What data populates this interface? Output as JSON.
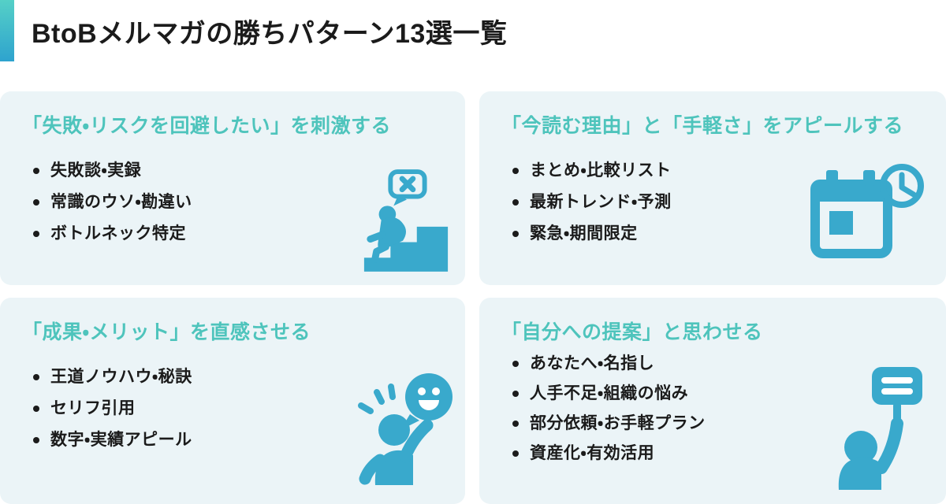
{
  "page": {
    "title": "BtoBメルマガの勝ちパターン13選一覧"
  },
  "colors": {
    "page_bg": "#ffffff",
    "card_bg": "#EBF4F7",
    "heading_teal": "#4EC4BC",
    "icon_blue": "#39A9CC",
    "text_dark": "#1B1B1B",
    "accent_top": "#55D0C7",
    "accent_bottom": "#2EA3CE"
  },
  "cards": [
    {
      "heading": "「失敗・リスクを回避したい」を刺激する",
      "items": [
        "失敗談・実録",
        "常識のウソ・勘違い",
        "ボトルネック特定"
      ],
      "icon": "worried-person-on-stairs"
    },
    {
      "heading": "「今読む理由」と「手軽さ」をアピールする",
      "items": [
        "まとめ・比較リスト",
        "最新トレンド・予測",
        "緊急・期間限定"
      ],
      "icon": "calendar-with-clock"
    },
    {
      "heading": "「成果・メリット」を直感させる",
      "items": [
        "王道ノウハウ・秘訣",
        "セリフ引用",
        "数字・実績アピール"
      ],
      "icon": "cheering-person-with-smile-bubble"
    },
    {
      "heading": "「自分への提案」と思わせる",
      "items": [
        "あなたへ・名指し",
        "人手不足・組織の悩み",
        "部分依頼・お手軽プラン",
        "資産化・有効活用"
      ],
      "icon": "person-raising-sign"
    }
  ]
}
